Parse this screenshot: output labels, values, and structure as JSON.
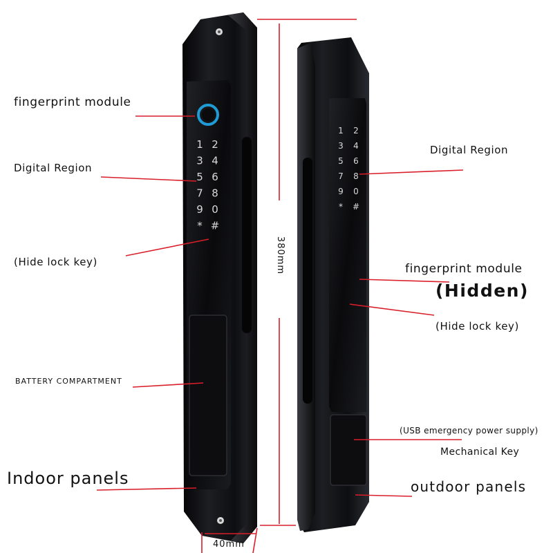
{
  "labels": {
    "fingerprint_left": "fingerprint module",
    "digital_left": "Digital Region",
    "hide_key_left": "(Hide lock key)",
    "battery": "BATTERY COMPARTMENT",
    "indoor": "Indoor panels",
    "digital_right": "Digital Region",
    "fingerprint_right": "fingerprint module",
    "hidden": "(Hidden)",
    "hide_key_right": "(Hide lock key)",
    "usb": "(USB emergency power supply)",
    "mech_key": "Mechanical Key",
    "outdoor": "outdoor panels"
  },
  "dimensions": {
    "height": "380mm",
    "width": "40mm"
  },
  "keypad": {
    "rows": [
      [
        "1",
        "2"
      ],
      [
        "3",
        "4"
      ],
      [
        "5",
        "6"
      ],
      [
        "7",
        "8"
      ],
      [
        "9",
        "0"
      ],
      [
        "*",
        "#"
      ]
    ]
  },
  "colors": {
    "leader_line": "#d91e2a",
    "device_body": "#15161a"
  }
}
